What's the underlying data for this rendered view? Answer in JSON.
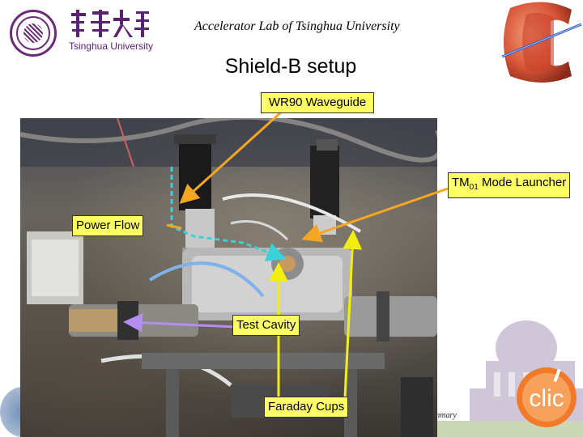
{
  "header": {
    "university_name": "Tsinghua University",
    "lab_title": "Accelerator Lab of Tsinghua University"
  },
  "slide": {
    "title": "Shield-B setup"
  },
  "callouts": {
    "waveguide": "WR90 Waveguide",
    "launcher_prefix": "TM",
    "launcher_sub": "01",
    "launcher_suffix": " Mode Launcher",
    "power_flow": "Power Flow",
    "test_cavity": "Test Cavity",
    "faraday_cups": "Faraday Cups"
  },
  "footer": {
    "summary_fragment": "mmary"
  },
  "colors": {
    "callout_fill": "#ffff66",
    "arrow_orange": "#f5a623",
    "arrow_yellow": "#f2ee10",
    "arrow_purple": "#b58cf0",
    "flow_cyan": "#3ad1d8",
    "brand_purple": "#6b2a7a"
  }
}
